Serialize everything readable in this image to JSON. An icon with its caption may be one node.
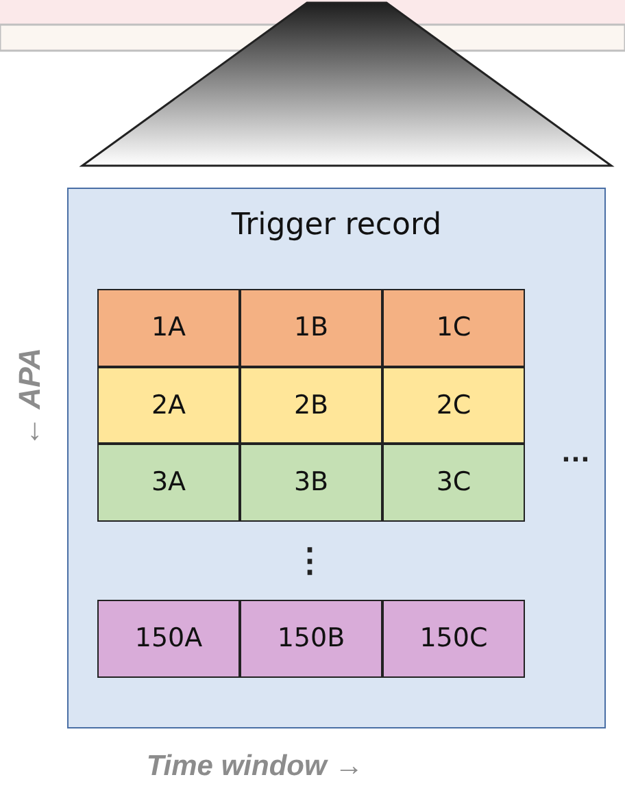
{
  "diagram": {
    "nodes": [
      {
        "text": [
          "Trigger record"
        ]
      },
      {
        "text": [
          "1A"
        ],
        "in": 0
      },
      {
        "text": [
          "1B"
        ],
        "in": 0
      },
      {
        "text": [
          "1C"
        ],
        "in": 0
      },
      {
        "text": [
          "2A"
        ],
        "in": 0
      },
      {
        "text": [
          "2B"
        ],
        "in": 0
      },
      {
        "text": [
          "2C"
        ],
        "in": 0
      },
      {
        "text": [
          "3A"
        ],
        "in": 0
      },
      {
        "text": [
          "3B"
        ],
        "in": 0
      },
      {
        "text": [
          "3C"
        ],
        "in": 0
      },
      {
        "text": [
          "150A"
        ],
        "in": 0
      },
      {
        "text": [
          "150B"
        ],
        "in": 0
      },
      {
        "text": [
          "150C"
        ],
        "in": 0
      }
    ],
    "edges": [],
    "labels": [
      "← APA",
      "…",
      "⋮",
      "Time window →"
    ]
  }
}
